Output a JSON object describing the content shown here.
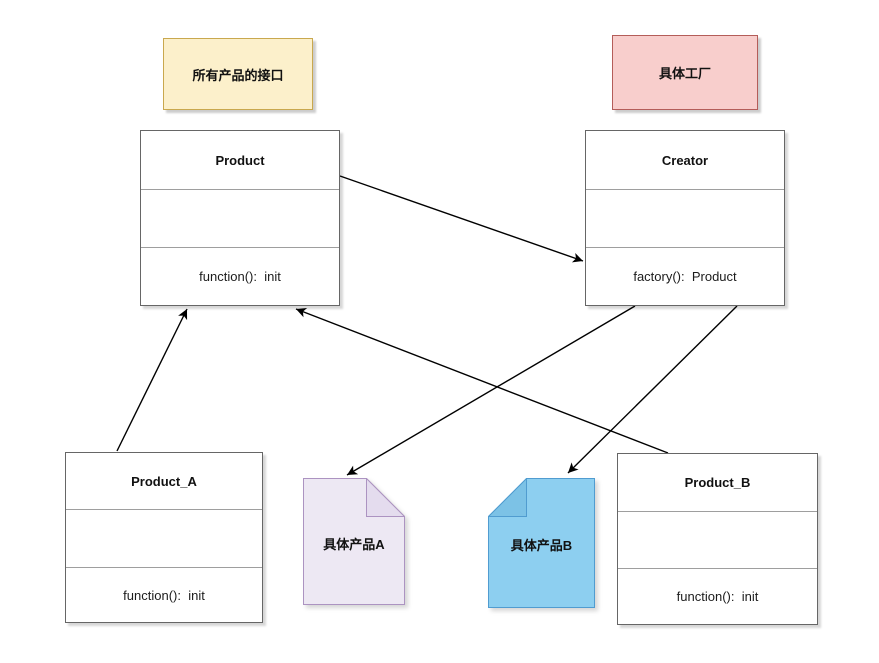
{
  "diagram": {
    "title_hint": "factory-pattern-diagram",
    "sticky_notes": {
      "interface_note": {
        "label": "所有产品的接口"
      },
      "factory_note": {
        "label": "具体工厂"
      }
    },
    "classes": {
      "product": {
        "title": "Product",
        "method": "function():  init"
      },
      "creator": {
        "title": "Creator",
        "method": "factory():  Product"
      },
      "product_a": {
        "title": "Product_A",
        "method": "function():  init"
      },
      "product_b": {
        "title": "Product_B",
        "method": "function():  init"
      }
    },
    "doc_notes": {
      "concrete_product_a": {
        "label": "具体产品A"
      },
      "concrete_product_b": {
        "label": "具体产品B"
      }
    },
    "edges": [
      {
        "from": "Product",
        "to": "Creator",
        "style": "arrow"
      },
      {
        "from": "Product_A",
        "to": "Product",
        "style": "arrow"
      },
      {
        "from": "Product_B",
        "to": "Product",
        "style": "arrow"
      },
      {
        "from": "Creator",
        "to": "具体产品A",
        "style": "arrow"
      },
      {
        "from": "Creator",
        "to": "具体产品B",
        "style": "arrow"
      }
    ],
    "colors": {
      "yellow_fill": "#FCF0CB",
      "yellow_border": "#C9A84E",
      "red_fill": "#F8CECC",
      "red_border": "#B45D59",
      "purple_fill": "#EDE8F3",
      "purple_fold": "#E4DCEE",
      "purple_border": "#AC93C1",
      "blue_fill": "#8DCFF0",
      "blue_fold": "#7CC2E6",
      "blue_border": "#509CD0",
      "class_border": "#666666",
      "arrow": "#000000"
    }
  }
}
